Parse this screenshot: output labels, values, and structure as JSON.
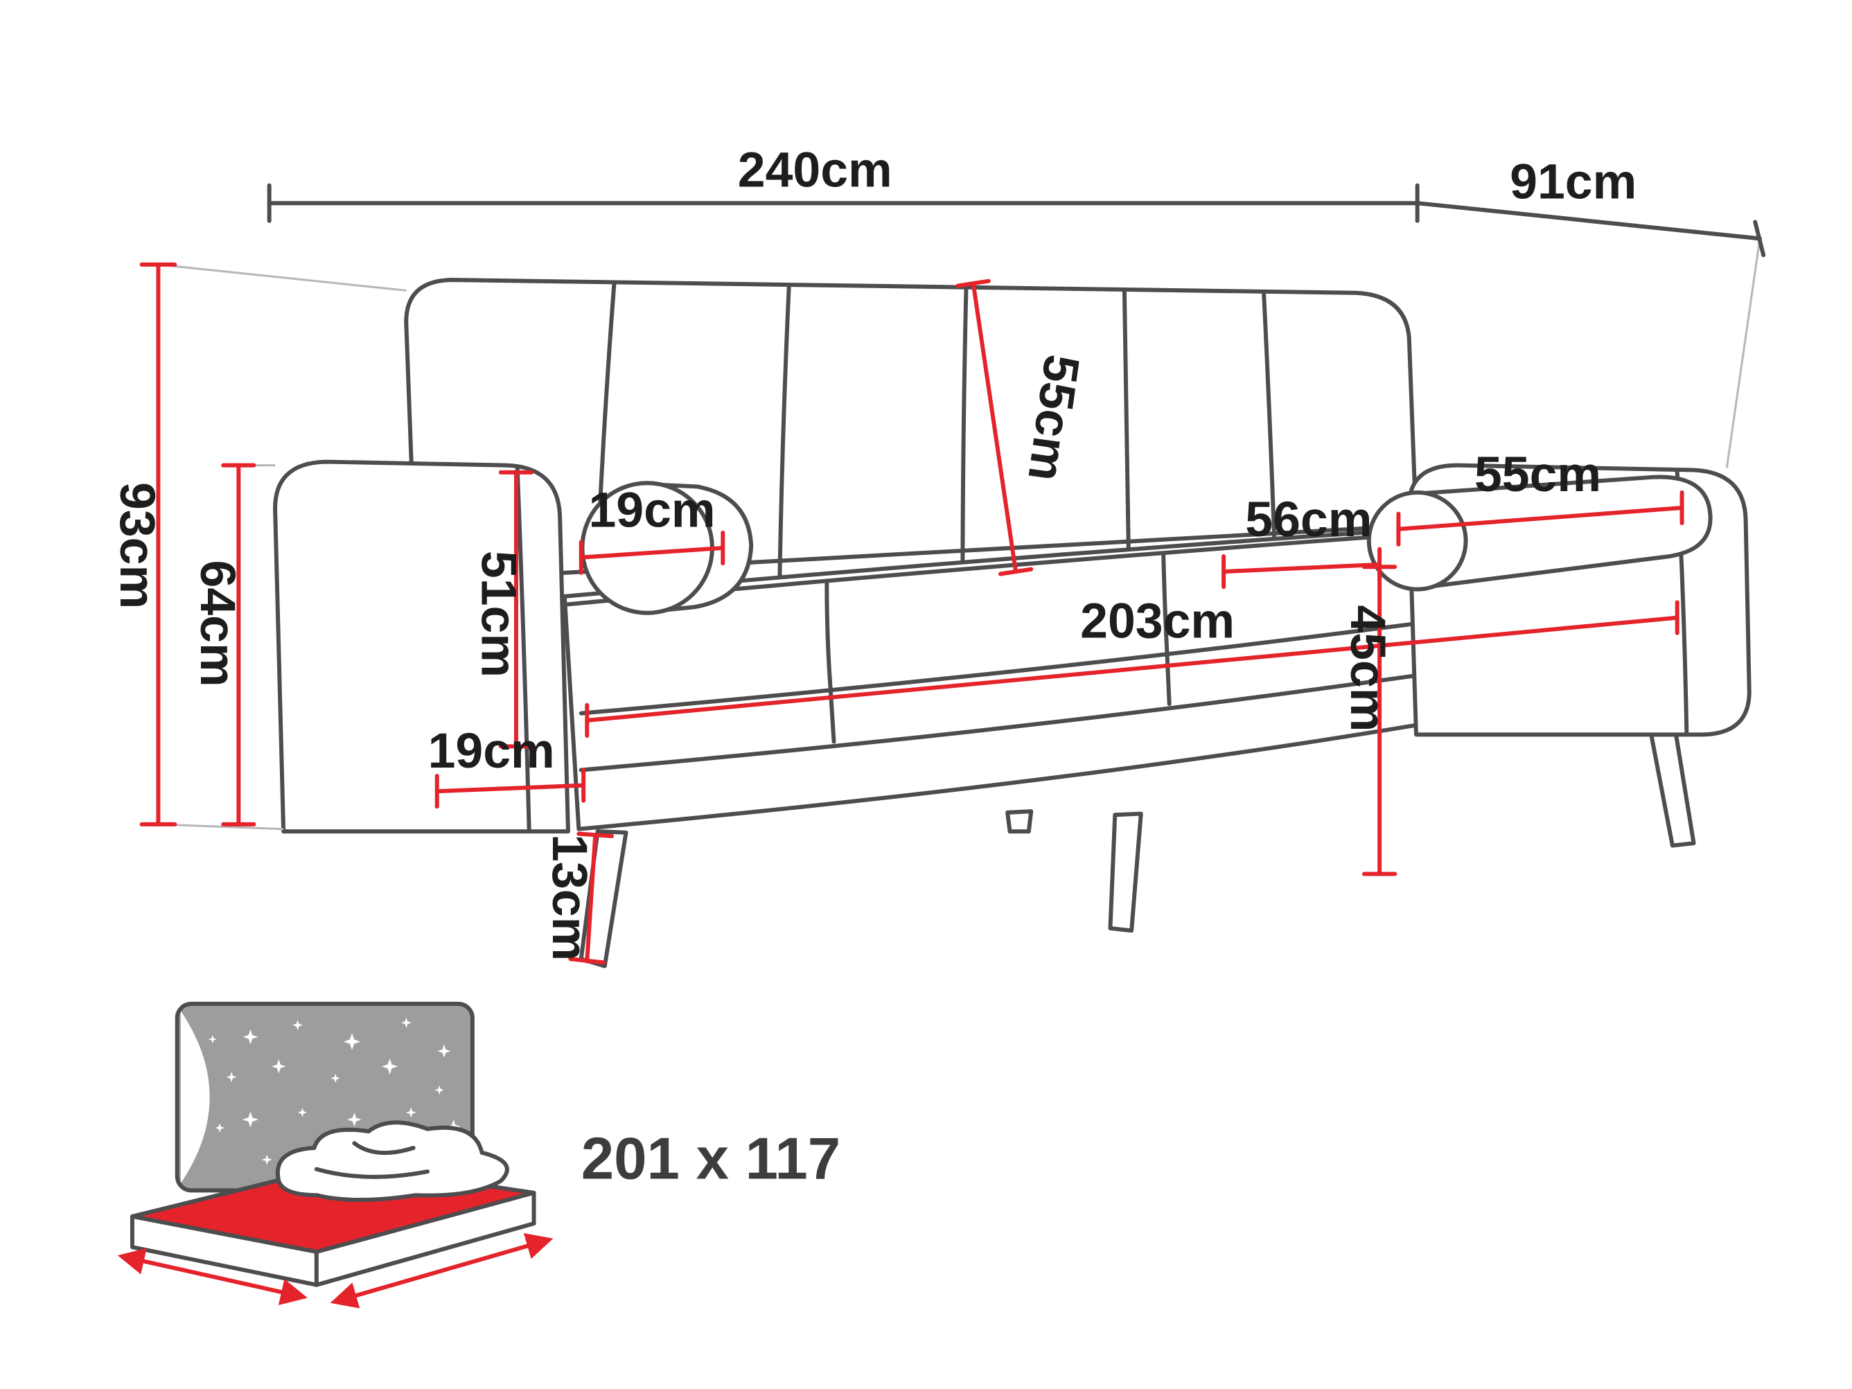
{
  "diagram": {
    "type": "sofa-bed-dimension-diagram",
    "unit": "cm",
    "dimensions": {
      "total_width": "240cm",
      "total_depth": "91cm",
      "total_height": "93cm",
      "armrest_height": "64cm",
      "backrest_height": "55cm",
      "bolster_diameter": "19cm",
      "bolster_length": "55cm",
      "seat_depth": "56cm",
      "seat_width": "203cm",
      "armrest_inner_height": "51cm",
      "armrest_width": "19cm",
      "seat_height": "45cm",
      "leg_height": "13cm"
    },
    "sleeping_area": {
      "size_label": "201 x 117"
    },
    "colors": {
      "dimension_red": "#e5232b",
      "outline_grey": "#4d4d4f",
      "label_black": "#1d1d1b",
      "headboard_grey": "#9d9d9c",
      "background": "#ffffff"
    },
    "icons": {
      "bed": "fold-out-bed-icon",
      "stars": "star-icon"
    }
  }
}
